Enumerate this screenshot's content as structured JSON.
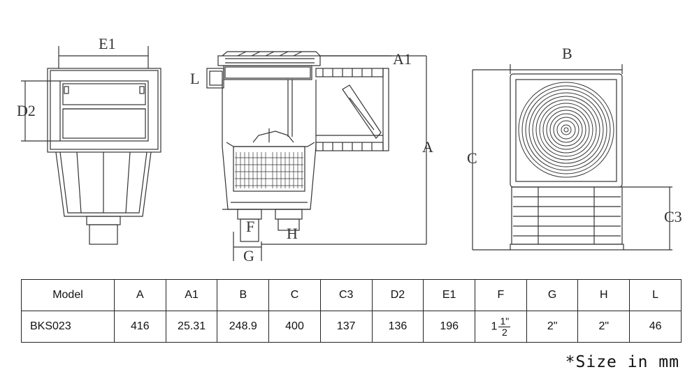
{
  "labels": {
    "e1": "E1",
    "d2": "D2",
    "l": "L",
    "a1": "A1",
    "a": "A",
    "f": "F",
    "h": "H",
    "g": "G",
    "b": "B",
    "c": "C",
    "c3": "C3"
  },
  "table": {
    "headers": [
      "Model",
      "A",
      "A1",
      "B",
      "C",
      "C3",
      "D2",
      "E1",
      "F",
      "G",
      "H",
      "L"
    ],
    "row": {
      "model": "BKS023",
      "a": "416",
      "a1": "25.31",
      "b": "248.9",
      "c": "400",
      "c3": "137",
      "d2": "136",
      "e1": "196",
      "f_whole": "1",
      "f_num": "1\"",
      "f_den": "2",
      "g": "2\"",
      "h": "2\"",
      "l": "46"
    }
  },
  "note": "*Size in mm"
}
